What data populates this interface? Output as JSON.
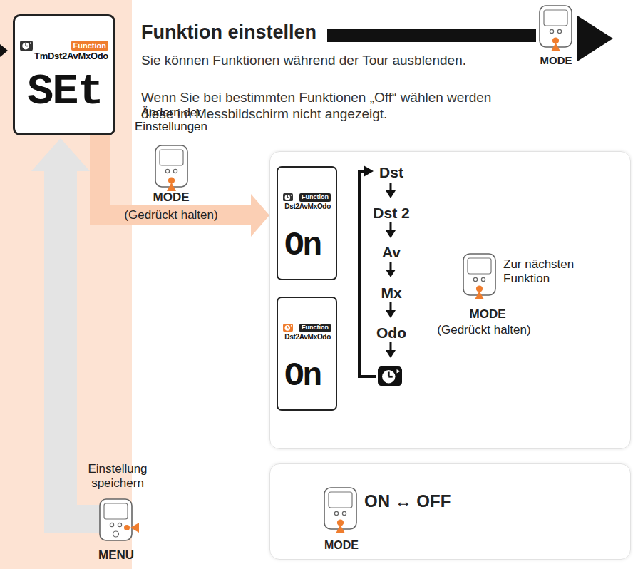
{
  "diagram": {
    "title": "Funktion einstellen",
    "nodes": [
      {
        "text": [
          "Function",
          "TmDst2AvMxOdo",
          "SEt"
        ]
      },
      {
        "text": [
          "Dst",
          "Dst 2",
          "Av",
          "Mx",
          "Odo",
          "Zur nächsten Funktion",
          "MODE",
          "(Gedrückt halten)"
        ]
      },
      {
        "text": [
          "Function",
          "Dst2AvMxOdo",
          "On"
        ],
        "in": 1
      },
      {
        "text": [
          "Function",
          "Dst2AvMxOdo",
          "On"
        ],
        "in": 1
      },
      {
        "text": [
          "ON ↔ OFF",
          "MODE"
        ]
      }
    ],
    "edges": [
      {
        "from": 0,
        "to": 1,
        "arrow": "to"
      }
    ],
    "labels": [
      "MODE",
      "Sie können Funktionen während der Tour ausblenden.",
      "Wenn Sie bei bestimmten Funktionen „Off“ wählen werden diese im Messbildschirm nicht angezeigt.",
      "Ändern der Einstellungen",
      "MODE",
      "(Gedrückt halten)",
      "Einstellung speichern",
      "MENU"
    ]
  }
}
